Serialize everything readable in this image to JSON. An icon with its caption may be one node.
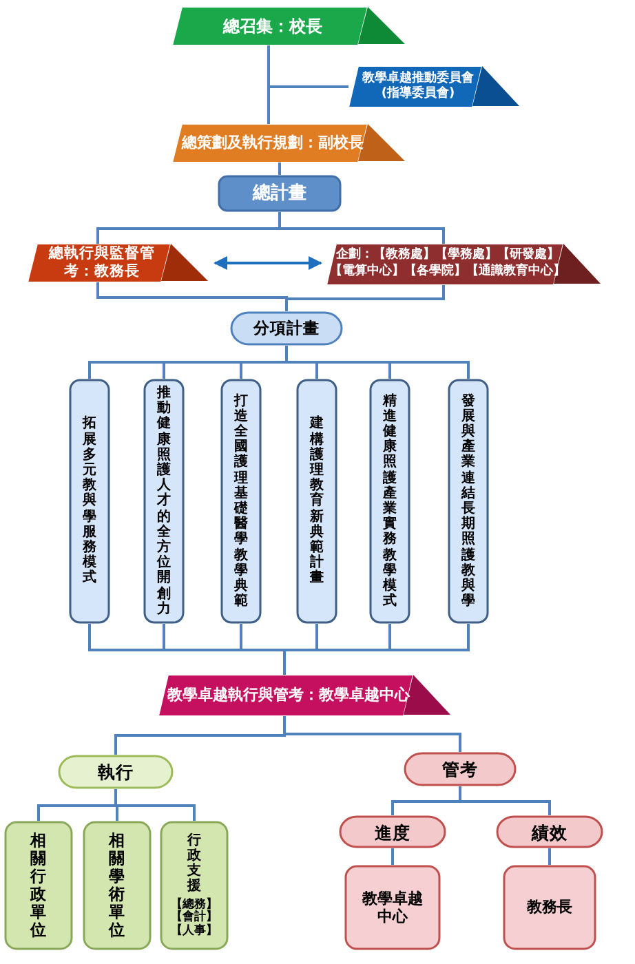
{
  "diagram": {
    "nodes": [
      {
        "text": [
          "總召集：校長"
        ]
      },
      {
        "text": [
          "教學卓越推動委員會(指導委員會)"
        ]
      },
      {
        "text": [
          "總策劃及執行規劃：副校長"
        ]
      },
      {
        "text": [
          "總計畫"
        ]
      },
      {
        "text": [
          "總執行與監督管考：教務長"
        ]
      },
      {
        "text": [
          "企劃：【教務處】【學務處】【研發處】【電算中心】【各學院】【通識教育中心】"
        ]
      },
      {
        "text": [
          "分項計畫"
        ]
      },
      {
        "text": [
          "拓展多元教與學服務模式"
        ]
      },
      {
        "text": [
          "推動健康照護人才的全方位開創力"
        ]
      },
      {
        "text": [
          "打造全國護理基礎醫學教學典範"
        ]
      },
      {
        "text": [
          "建構護理教育新典範計畫"
        ]
      },
      {
        "text": [
          "精進健康照護產業實務教學模式"
        ]
      },
      {
        "text": [
          "發展與產業連結長期照護教與學"
        ]
      },
      {
        "text": [
          "教學卓越執行與管考：教學卓越中心"
        ]
      },
      {
        "text": [
          "執行"
        ]
      },
      {
        "text": [
          "管考"
        ]
      },
      {
        "text": [
          "相關行政單位"
        ]
      },
      {
        "text": [
          "相關學術單位"
        ]
      },
      {
        "text": [
          "行政支援",
          "【總務】【會計】【人事】"
        ]
      },
      {
        "text": [
          "進度"
        ]
      },
      {
        "text": [
          "績效"
        ]
      },
      {
        "text": [
          "教學卓越中心"
        ]
      },
      {
        "text": [
          "教務長"
        ]
      }
    ],
    "edges": [
      {
        "from": 0,
        "to": 1,
        "arrow": "none"
      },
      {
        "from": 0,
        "to": 2,
        "arrow": "none"
      },
      {
        "from": 2,
        "to": 3,
        "arrow": "none"
      },
      {
        "from": 3,
        "to": 4,
        "arrow": "none"
      },
      {
        "from": 3,
        "to": 5,
        "arrow": "none"
      },
      {
        "from": 4,
        "to": 5,
        "arrow": "both"
      },
      {
        "from": 4,
        "to": 6,
        "arrow": "none"
      },
      {
        "from": 5,
        "to": 6,
        "arrow": "none"
      },
      {
        "from": 6,
        "to": 7,
        "arrow": "none"
      },
      {
        "from": 6,
        "to": 8,
        "arrow": "none"
      },
      {
        "from": 6,
        "to": 9,
        "arrow": "none"
      },
      {
        "from": 6,
        "to": 10,
        "arrow": "none"
      },
      {
        "from": 6,
        "to": 11,
        "arrow": "none"
      },
      {
        "from": 6,
        "to": 12,
        "arrow": "none"
      },
      {
        "from": 7,
        "to": 13,
        "arrow": "none"
      },
      {
        "from": 8,
        "to": 13,
        "arrow": "none"
      },
      {
        "from": 9,
        "to": 13,
        "arrow": "none"
      },
      {
        "from": 10,
        "to": 13,
        "arrow": "none"
      },
      {
        "from": 11,
        "to": 13,
        "arrow": "none"
      },
      {
        "from": 12,
        "to": 13,
        "arrow": "none"
      },
      {
        "from": 13,
        "to": 14,
        "arrow": "none"
      },
      {
        "from": 13,
        "to": 15,
        "arrow": "none"
      },
      {
        "from": 14,
        "to": 16,
        "arrow": "none"
      },
      {
        "from": 14,
        "to": 17,
        "arrow": "none"
      },
      {
        "from": 14,
        "to": 18,
        "arrow": "none"
      },
      {
        "from": 15,
        "to": 19,
        "arrow": "none"
      },
      {
        "from": 15,
        "to": 20,
        "arrow": "none"
      },
      {
        "from": 19,
        "to": 21,
        "arrow": "none"
      },
      {
        "from": 20,
        "to": 22,
        "arrow": "none"
      }
    ]
  }
}
